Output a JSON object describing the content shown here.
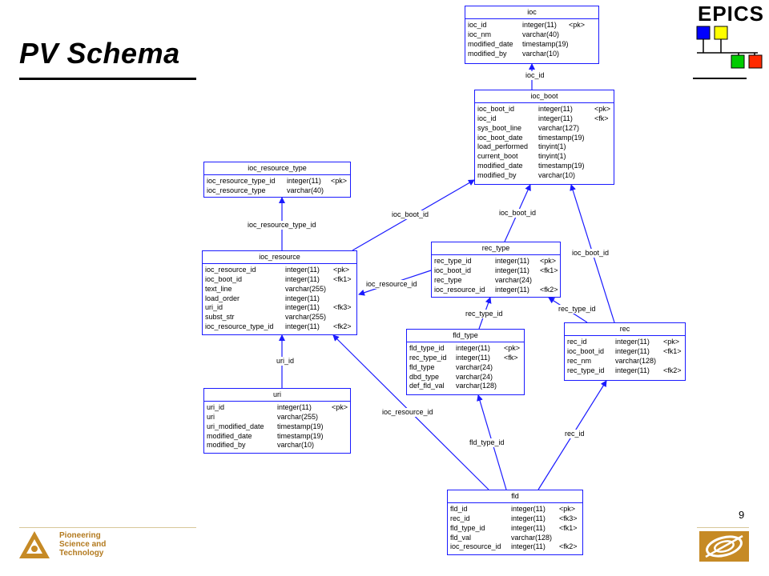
{
  "slide": {
    "title": "PV Schema",
    "page_number": "9",
    "logo_text": "EPICS",
    "tagline": [
      "Pioneering",
      "Science and",
      "Technology"
    ],
    "colors": {
      "entity_border": "#1a1aff",
      "tagline": "#b37a1f",
      "epics_blue": "#0000ff",
      "epics_yellow": "#ffff00",
      "epics_green": "#00cc00",
      "epics_red": "#ff2a00"
    }
  },
  "entities": {
    "ioc": {
      "name": "ioc",
      "rows": [
        [
          "ioc_id",
          "integer(11)",
          "<pk>"
        ],
        [
          "ioc_nm",
          "varchar(40)",
          ""
        ],
        [
          "modified_date",
          "timestamp(19)",
          ""
        ],
        [
          "modified_by",
          "varchar(10)",
          ""
        ]
      ]
    },
    "ioc_boot": {
      "name": "ioc_boot",
      "rows": [
        [
          "ioc_boot_id",
          "integer(11)",
          "<pk>"
        ],
        [
          "ioc_id",
          "integer(11)",
          "<fk>"
        ],
        [
          "sys_boot_line",
          "varchar(127)",
          ""
        ],
        [
          "ioc_boot_date",
          "timestamp(19)",
          ""
        ],
        [
          "load_performed",
          "tinyint(1)",
          ""
        ],
        [
          "current_boot",
          "tinyint(1)",
          ""
        ],
        [
          "modified_date",
          "timestamp(19)",
          ""
        ],
        [
          "modified_by",
          "varchar(10)",
          ""
        ]
      ]
    },
    "ioc_resource_type": {
      "name": "ioc_resource_type",
      "rows": [
        [
          "ioc_resource_type_id",
          "integer(11)",
          "<pk>"
        ],
        [
          "ioc_resource_type",
          "varchar(40)",
          ""
        ]
      ]
    },
    "ioc_resource": {
      "name": "ioc_resource",
      "rows": [
        [
          "ioc_resource_id",
          "integer(11)",
          "<pk>"
        ],
        [
          "ioc_boot_id",
          "integer(11)",
          "<fk1>"
        ],
        [
          "text_line",
          "varchar(255)",
          ""
        ],
        [
          "load_order",
          "integer(11)",
          ""
        ],
        [
          "uri_id",
          "integer(11)",
          "<fk3>"
        ],
        [
          "subst_str",
          "varchar(255)",
          ""
        ],
        [
          "ioc_resource_type_id",
          "integer(11)",
          "<fk2>"
        ]
      ]
    },
    "rec_type": {
      "name": "rec_type",
      "rows": [
        [
          "rec_type_id",
          "integer(11)",
          "<pk>"
        ],
        [
          "ioc_boot_id",
          "integer(11)",
          "<fk1>"
        ],
        [
          "rec_type",
          "varchar(24)",
          ""
        ],
        [
          "ioc_resource_id",
          "integer(11)",
          "<fk2>"
        ]
      ]
    },
    "fld_type": {
      "name": "fld_type",
      "rows": [
        [
          "fld_type_id",
          "integer(11)",
          "<pk>"
        ],
        [
          "rec_type_id",
          "integer(11)",
          "<fk>"
        ],
        [
          "fld_type",
          "varchar(24)",
          ""
        ],
        [
          "dbd_type",
          "varchar(24)",
          ""
        ],
        [
          "def_fld_val",
          "varchar(128)",
          ""
        ]
      ]
    },
    "rec": {
      "name": "rec",
      "rows": [
        [
          "rec_id",
          "integer(11)",
          "<pk>"
        ],
        [
          "ioc_boot_id",
          "integer(11)",
          "<fk1>"
        ],
        [
          "rec_nm",
          "varchar(128)",
          ""
        ],
        [
          "rec_type_id",
          "integer(11)",
          "<fk2>"
        ]
      ]
    },
    "uri": {
      "name": "uri",
      "rows": [
        [
          "uri_id",
          "integer(11)",
          "<pk>"
        ],
        [
          "uri",
          "varchar(255)",
          ""
        ],
        [
          "uri_modified_date",
          "timestamp(19)",
          ""
        ],
        [
          "modified_date",
          "timestamp(19)",
          ""
        ],
        [
          "modified_by",
          "varchar(10)",
          ""
        ]
      ]
    },
    "fld": {
      "name": "fld",
      "rows": [
        [
          "fld_id",
          "integer(11)",
          "<pk>"
        ],
        [
          "rec_id",
          "integer(11)",
          "<fk3>"
        ],
        [
          "fld_type_id",
          "integer(11)",
          "<fk1>"
        ],
        [
          "fld_val",
          "varchar(128)",
          ""
        ],
        [
          "ioc_resource_id",
          "integer(11)",
          "<fk2>"
        ]
      ]
    }
  },
  "relationships": [
    "ioc_id",
    "ioc_boot_id",
    "ioc_boot_id",
    "ioc_boot_id",
    "ioc_resource_type_id",
    "ioc_resource_id",
    "rec_type_id",
    "rec_type_id",
    "uri_id",
    "ioc_resource_id",
    "fld_type_id",
    "rec_id"
  ]
}
